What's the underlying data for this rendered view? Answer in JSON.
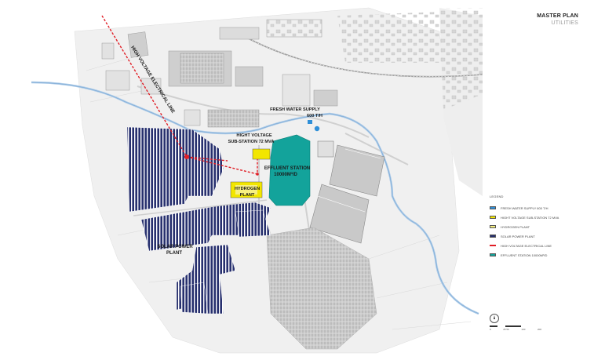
{
  "title": {
    "main": "MASTER PLAN",
    "sub": "UTILITIES"
  },
  "labels": {
    "hv_line": "HIGH VOLTAGE ELECTRICAL LINE",
    "fresh_water_1": "FRESH WATER SUPPLY",
    "fresh_water_2": "600 T/H",
    "hv_sub_1": "HIGHT VOLTAGE",
    "hv_sub_2": "SUB-STATION 72 MVA",
    "effluent_1": "EFFLUENT STATION",
    "effluent_2": "10000M³/D",
    "hydrogen_1": "HYDROGEN",
    "hydrogen_2": "PLANT",
    "solar_1": "SOLAR POWER",
    "solar_2": "PLANT"
  },
  "legend": {
    "heading": "LEGEND",
    "items": [
      {
        "label": "FRESH WATER SUPPLY 600 T/H",
        "color": "#2f8fd8",
        "style": "fill"
      },
      {
        "label": "HIGHT VOLTAGE SUB-STATION 72 MVA",
        "color": "#f2e600",
        "style": "fill"
      },
      {
        "label": "HYDROGEN PLANT",
        "color": "#f7f080",
        "style": "fill"
      },
      {
        "label": "SOLAR POWER PLANT",
        "color": "#27306e",
        "style": "fill"
      },
      {
        "label": "HIGH VOLTAGE ELECTRICAL LINE",
        "color": "#e01e26",
        "style": "dashed"
      },
      {
        "label": "EFFLUENT STATION 10000M³/D",
        "color": "#13a39b",
        "style": "fill"
      }
    ]
  },
  "scale": {
    "labels": [
      "0",
      "25 50",
      "100",
      "200"
    ]
  },
  "colors": {
    "solar": "#27306e",
    "effluent": "#13a39b",
    "hydrogen": "#f2e600",
    "hv_line": "#e01e26",
    "river": "#a9c9e8",
    "water": "#2f8fd8"
  }
}
